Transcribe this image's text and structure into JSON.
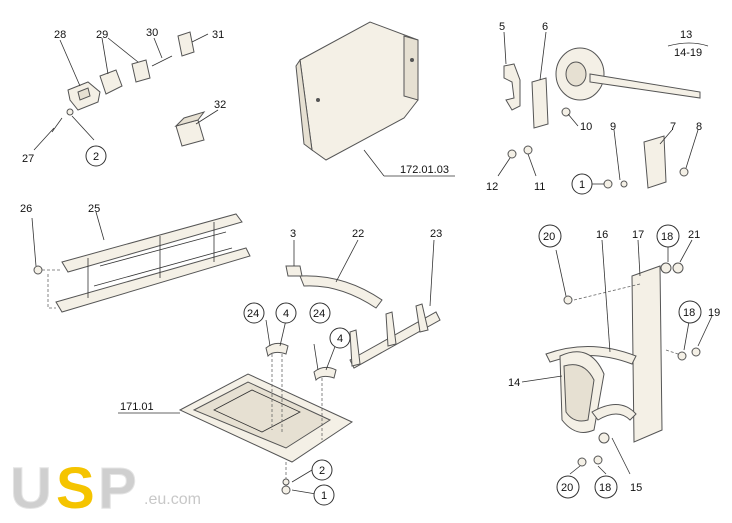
{
  "callouts": {
    "c1_a": "1",
    "c1_b": "1",
    "c2_a": "2",
    "c2_b": "2",
    "c3": "3",
    "c4_a": "4",
    "c4_b": "4",
    "c5": "5",
    "c6": "6",
    "c7": "7",
    "c8": "8",
    "c9": "9",
    "c10": "10",
    "c11": "11",
    "c12": "12",
    "c13": "13",
    "c13_range": "14-19",
    "c14": "14",
    "c15": "15",
    "c16": "16",
    "c17": "17",
    "c18_a": "18",
    "c18_b": "18",
    "c18_c": "18",
    "c19": "19",
    "c20_a": "20",
    "c20_b": "20",
    "c21": "21",
    "c22": "22",
    "c23": "23",
    "c24_a": "24",
    "c24_b": "24",
    "c25": "25",
    "c26": "26",
    "c27": "27",
    "c28": "28",
    "c29": "29",
    "c30": "30",
    "c31": "31",
    "c32": "32"
  },
  "references": {
    "ref_172": "172.01.03",
    "ref_171": "171.01"
  },
  "logo": {
    "letters_u": "U",
    "letters_s": "S",
    "letters_p": "P",
    "domain": ".eu.com",
    "accent_color": "#f5c400",
    "gray_color": "#cfcfcf"
  }
}
